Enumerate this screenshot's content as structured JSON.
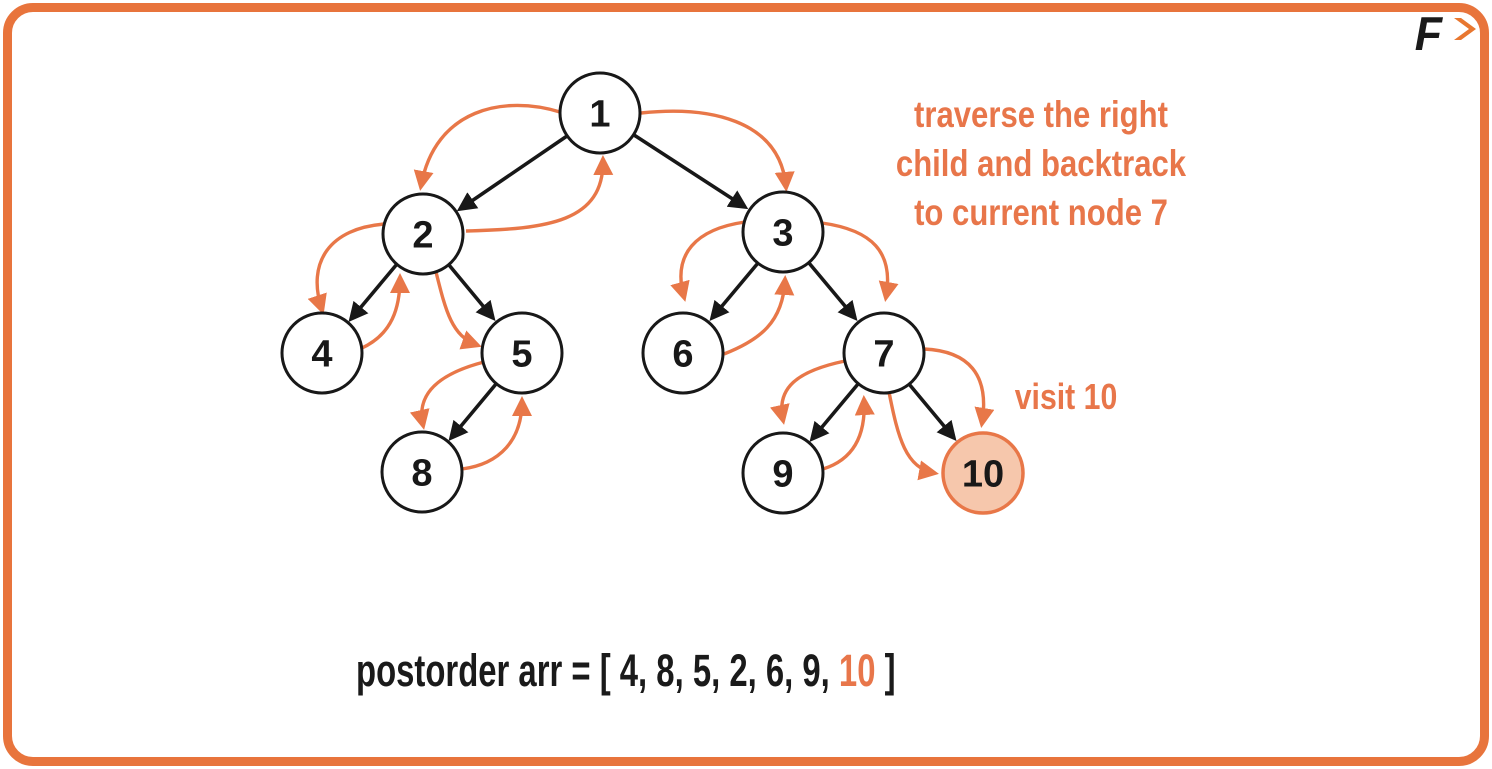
{
  "colors": {
    "orange": "#E8764A",
    "border_orange": "#E8743C",
    "highlight_fill": "#F6C7AC",
    "ink": "#181818"
  },
  "logo": {
    "letter": "F",
    "arrow_icon": "right-chevron"
  },
  "annotation": {
    "lines": [
      "traverse the right",
      "child and backtrack",
      "to current node 7"
    ]
  },
  "visit_label": "visit 10",
  "result": {
    "prefix": "postorder arr = [ 4, 8, 5, 2, 6, 9,",
    "highlight": "10",
    "suffix": "]"
  },
  "tree": {
    "nodes": [
      {
        "label": "1"
      },
      {
        "label": "2"
      },
      {
        "label": "3"
      },
      {
        "label": "4"
      },
      {
        "label": "5"
      },
      {
        "label": "6"
      },
      {
        "label": "7"
      },
      {
        "label": "8"
      },
      {
        "label": "9"
      },
      {
        "label": "10",
        "highlighted": true
      }
    ],
    "edges": [
      "1-2",
      "1-3",
      "2-4",
      "2-5",
      "3-6",
      "3-7",
      "5-8",
      "7-9",
      "7-10"
    ],
    "traversal_arrows": [
      "1→2",
      "2→4",
      "4→2",
      "2→5",
      "5→8",
      "8→5",
      "2→1",
      "1→3",
      "3→6",
      "6→3",
      "3→7",
      "7→9",
      "9→7",
      "7→10 (top)",
      "7→10 (side)"
    ],
    "postorder_so_far": [
      4,
      8,
      5,
      2,
      6,
      9,
      10
    ]
  }
}
